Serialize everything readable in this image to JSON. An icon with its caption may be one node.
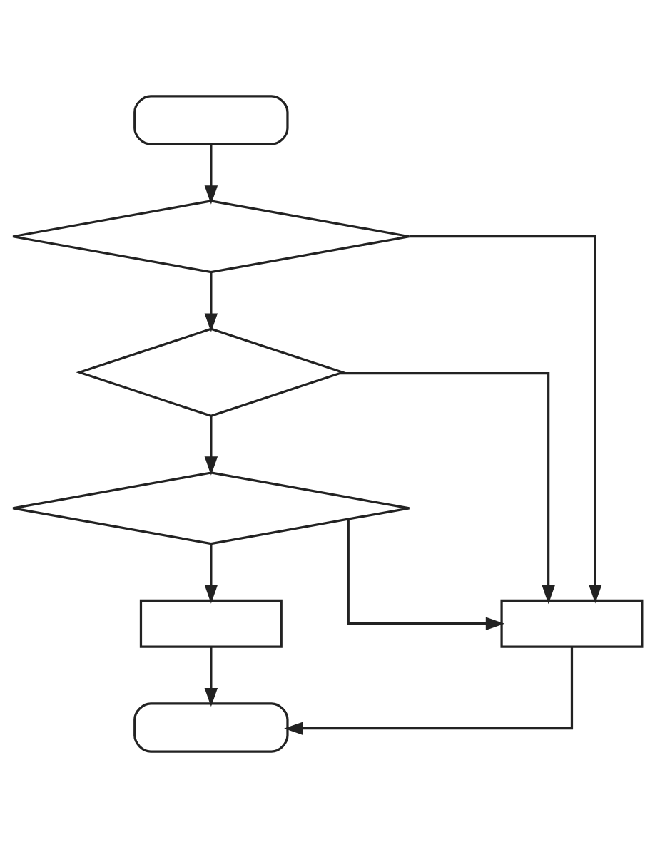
{
  "diagram": {
    "nodes": [
      {
        "text": [],
        "shape": "capsule"
      },
      {
        "text": [],
        "shape": "diamond"
      },
      {
        "text": [],
        "shape": "diamond"
      },
      {
        "text": [],
        "shape": "diamond"
      },
      {
        "text": [],
        "shape": "box"
      },
      {
        "text": [],
        "shape": "box"
      },
      {
        "text": [],
        "shape": "capsule"
      }
    ],
    "edges": [
      {
        "from": 0,
        "to": 1,
        "arrow": "to"
      },
      {
        "from": 1,
        "to": 5,
        "arrow": "to"
      },
      {
        "from": 1,
        "to": 2,
        "arrow": "to"
      },
      {
        "from": 2,
        "to": 5,
        "arrow": "to"
      },
      {
        "from": 2,
        "to": 3,
        "arrow": "to"
      },
      {
        "from": 3,
        "to": 5,
        "arrow": "to"
      },
      {
        "from": 3,
        "to": 4,
        "arrow": "to"
      },
      {
        "from": 4,
        "to": 6,
        "arrow": "to"
      },
      {
        "from": 5,
        "to": 6,
        "arrow": "to"
      }
    ]
  }
}
